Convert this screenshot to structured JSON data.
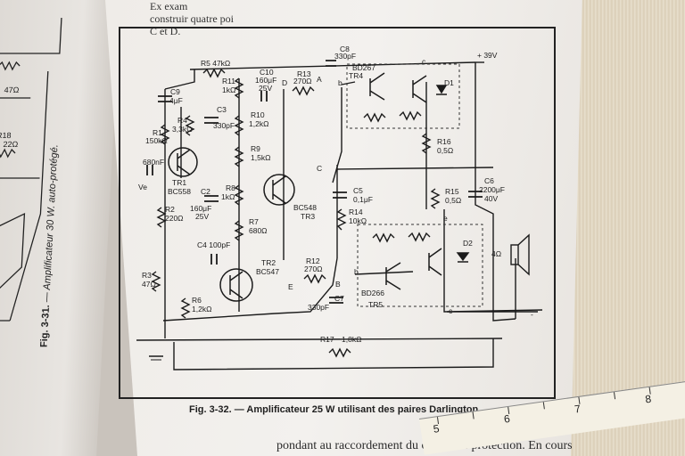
{
  "left_page": {
    "figure_label": "Fig. 3-31.",
    "caption_text": "— Amplificateur 30 W. auto-protégé.",
    "components": [
      "R18",
      "22Ω",
      "47Ω"
    ]
  },
  "top_text": [
    "Ex exam",
    "construir quatre poi",
    "C et D."
  ],
  "figure": {
    "label": "Fig. 3-32.",
    "caption": "— Amplificateur 25 W utilisant des paires Darlington."
  },
  "components": {
    "R5": "R5 47kΩ",
    "C8": "C8",
    "C8v": "330pF",
    "supply": "+ 39V",
    "C9": "C9",
    "C9v": "4μF",
    "R11": "R11",
    "R11v": "1kΩ",
    "C10": "C10",
    "C10a": "160μF",
    "C10b": "25V",
    "R13": "R13",
    "R13v": "270Ω",
    "nodeD": "D",
    "nodeA": "A",
    "b1": "b",
    "c1": "c",
    "TR4": "TR4",
    "BD267": "BD267",
    "D1": "D1",
    "R4": "R4",
    "R4v": "3,3kΩ",
    "C3": "C3",
    "C3v": "330pF",
    "R10": "R10",
    "R10v": "1,2kΩ",
    "R1": "R1",
    "R1v": "150kΩ",
    "C1": "680nF",
    "Ve": "Ve",
    "TR1": "TR1",
    "BC558": "BC558",
    "R9": "R9",
    "R9v": "1,5kΩ",
    "R16": "R16",
    "R16v": "0,5Ω",
    "nodeC": "C",
    "C6": "C6",
    "C6a": "2200μF",
    "C6b": "40V",
    "C2": "C2",
    "C2a": "160μF",
    "C2b": "25V",
    "R8": "R8",
    "R8v": "1kΩ",
    "BC548": "BC548",
    "TR3": "TR3",
    "C5": "C5",
    "C5v": "0,1μF",
    "R15": "R15",
    "R15v": "0,5Ω",
    "R2": "R2",
    "R2v": "220Ω",
    "R7": "R7",
    "R7v": "680Ω",
    "R14": "R14",
    "R14v": "10kΩ",
    "e1": "e",
    "C4": "C4 100pF",
    "D2": "D2",
    "spk": "4Ω",
    "TR2": "TR2",
    "BC547": "BC547",
    "R12": "R12",
    "R12v": "270Ω",
    "R3": "R3",
    "R3v": "47Ω",
    "nodeE": "E",
    "nodeB": "B",
    "b2": "b",
    "BD266": "BD266",
    "TR5": "TR5",
    "R6": "R6",
    "R6v": "1,2kΩ",
    "C7": "C7",
    "C7v": "330pF",
    "c2": "c",
    "minus": "-",
    "R17": "R17",
    "R17v": "1,8kΩ"
  },
  "bottom_text": "pondant au raccordement du circuit de protection. En cours",
  "ruler": {
    "marks": [
      "5",
      "6",
      "7",
      "8"
    ]
  }
}
